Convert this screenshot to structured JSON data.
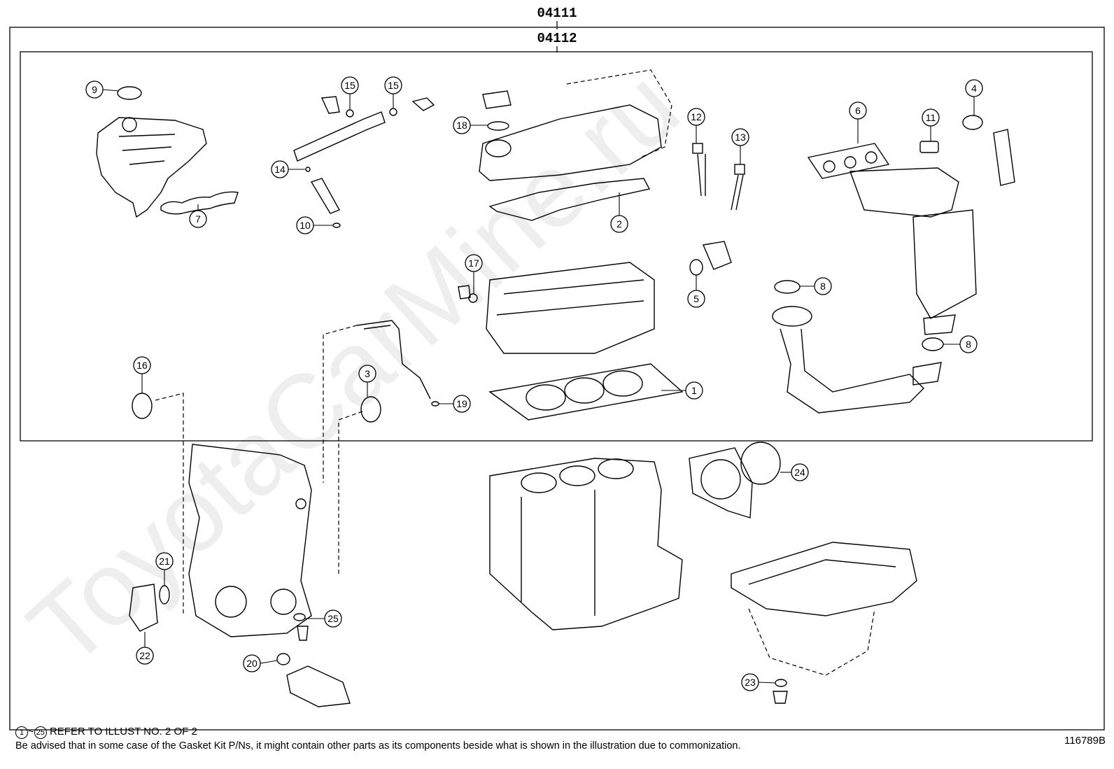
{
  "header": {
    "outer_kit": "04111",
    "inner_kit": "04112"
  },
  "watermark": "ToyotaCarMine.ru",
  "callouts": [
    {
      "id": "c9",
      "label": "9"
    },
    {
      "id": "c7",
      "label": "7"
    },
    {
      "id": "c15a",
      "label": "15"
    },
    {
      "id": "c15b",
      "label": "15"
    },
    {
      "id": "c14",
      "label": "14"
    },
    {
      "id": "c10",
      "label": "10"
    },
    {
      "id": "c18",
      "label": "18"
    },
    {
      "id": "c2",
      "label": "2"
    },
    {
      "id": "c12",
      "label": "12"
    },
    {
      "id": "c13",
      "label": "13"
    },
    {
      "id": "c6",
      "label": "6"
    },
    {
      "id": "c11",
      "label": "11"
    },
    {
      "id": "c4",
      "label": "4"
    },
    {
      "id": "c17",
      "label": "17"
    },
    {
      "id": "c5",
      "label": "5"
    },
    {
      "id": "c8a",
      "label": "8"
    },
    {
      "id": "c8b",
      "label": "8"
    },
    {
      "id": "c16",
      "label": "16"
    },
    {
      "id": "c3",
      "label": "3"
    },
    {
      "id": "c19",
      "label": "19"
    },
    {
      "id": "c1",
      "label": "1"
    },
    {
      "id": "c24",
      "label": "24"
    },
    {
      "id": "c21",
      "label": "21"
    },
    {
      "id": "c22",
      "label": "22"
    },
    {
      "id": "c25",
      "label": "25"
    },
    {
      "id": "c20",
      "label": "20"
    },
    {
      "id": "c23",
      "label": "23"
    }
  ],
  "footer": {
    "range_start": "1",
    "range_sep": "~",
    "range_end": "25",
    "refer_text": "REFER TO ILLUST NO. 2 OF 2",
    "advisory": "Be advised that in some case of the Gasket Kit P/Ns,  it might contain other parts as its components beside what is shown in the illustration due to commonization.",
    "illustration_id": "116789B"
  }
}
